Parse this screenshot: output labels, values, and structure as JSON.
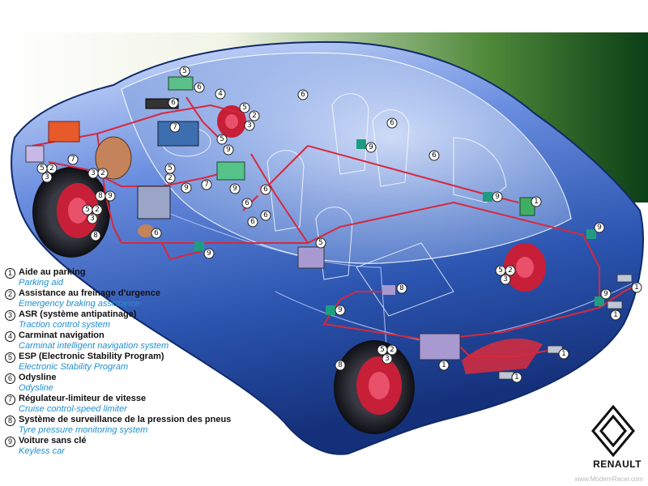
{
  "legend": [
    {
      "num": "1",
      "fr": "Aide au parking",
      "en": "Parking aid"
    },
    {
      "num": "2",
      "fr": "Assistance au freinage d'urgence",
      "en": "Emergency braking assistance"
    },
    {
      "num": "3",
      "fr": "ASR (système antipatinage)",
      "en": "Traction control system"
    },
    {
      "num": "4",
      "fr": "Carminat navigation",
      "en": "Carminat intelligent navigation system"
    },
    {
      "num": "5",
      "fr": "ESP (Electronic Stability Program)",
      "en": "Electronic Stability Program"
    },
    {
      "num": "6",
      "fr": "Odysline",
      "en": "Odysline"
    },
    {
      "num": "7",
      "fr": "Régulateur-limiteur de vitesse",
      "en": "Cruise control-speed limiter"
    },
    {
      "num": "8",
      "fr": "Système de surveillance de la pression des pneus",
      "en": "Tyre pressure monitoring system"
    },
    {
      "num": "9",
      "fr": "Voiture sans clé",
      "en": "Keyless car"
    }
  ],
  "brand": {
    "name": "RENAULT"
  },
  "watermark": "www.ModernRacer.com",
  "colors": {
    "body": "#2f5fb8",
    "harness": "#d8283c",
    "english_text": "#1f8fd0",
    "module": "#a89ad0"
  }
}
